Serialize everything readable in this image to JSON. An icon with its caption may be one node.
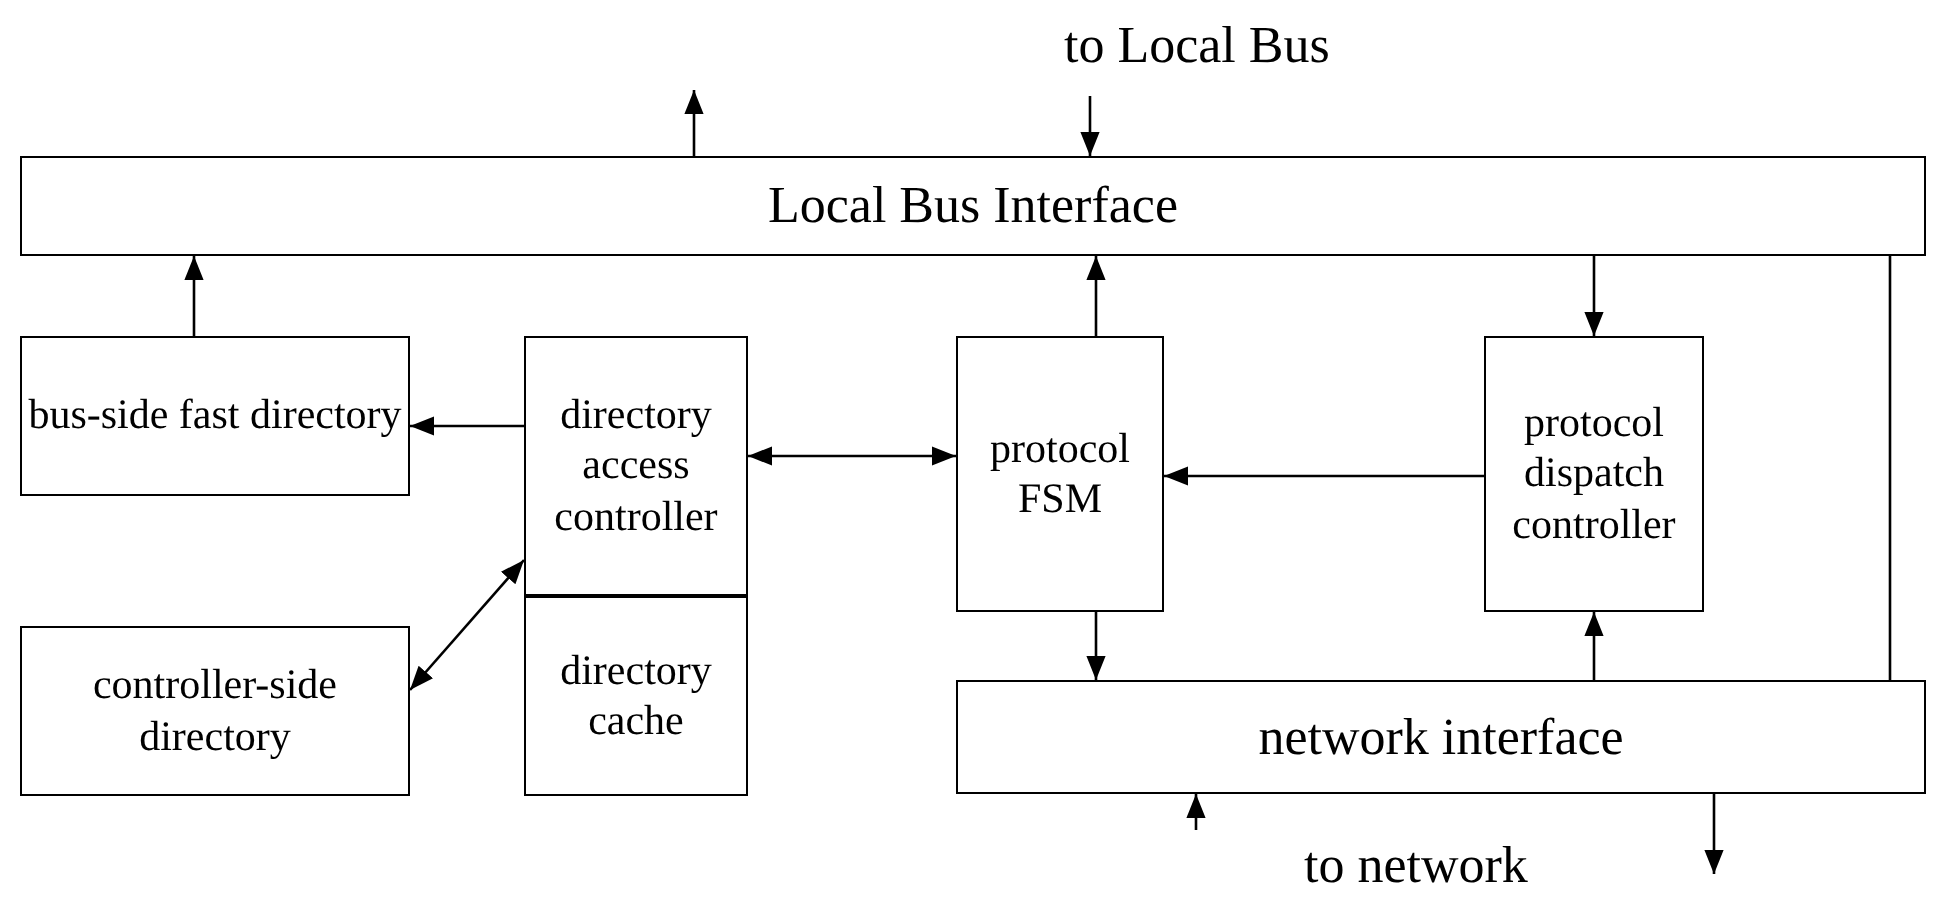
{
  "diagram": {
    "nodes": [
      {
        "text": [
          "Local Bus Interface"
        ]
      },
      {
        "text": [
          "bus-side fast directory"
        ]
      },
      {
        "text": [
          "directory access controller"
        ]
      },
      {
        "text": [
          "protocol FSM"
        ]
      },
      {
        "text": [
          "protocol dispatch controller"
        ]
      },
      {
        "text": [
          "controller-side directory"
        ]
      },
      {
        "text": [
          "directory cache"
        ]
      },
      {
        "text": [
          "network interface"
        ]
      }
    ],
    "edges": [
      {
        "from": 0,
        "to": null,
        "arrow": "to"
      },
      {
        "from": null,
        "to": 0,
        "arrow": "to"
      },
      {
        "from": 1,
        "to": 0,
        "arrow": "to"
      },
      {
        "from": 2,
        "to": 1,
        "arrow": "to"
      },
      {
        "from": 2,
        "to": 3,
        "arrow": "both"
      },
      {
        "from": 5,
        "to": 2,
        "arrow": "both"
      },
      {
        "from": 3,
        "to": 0,
        "arrow": "to"
      },
      {
        "from": 0,
        "to": 4,
        "arrow": "to"
      },
      {
        "from": 4,
        "to": 3,
        "arrow": "to"
      },
      {
        "from": 3,
        "to": 7,
        "arrow": "to"
      },
      {
        "from": 7,
        "to": 4,
        "arrow": "to"
      },
      {
        "from": 0,
        "to": 7,
        "arrow": "none"
      },
      {
        "from": null,
        "to": 7,
        "arrow": "to"
      },
      {
        "from": 7,
        "to": null,
        "arrow": "to"
      }
    ],
    "labels": [
      "to Local Bus",
      "to network"
    ]
  }
}
